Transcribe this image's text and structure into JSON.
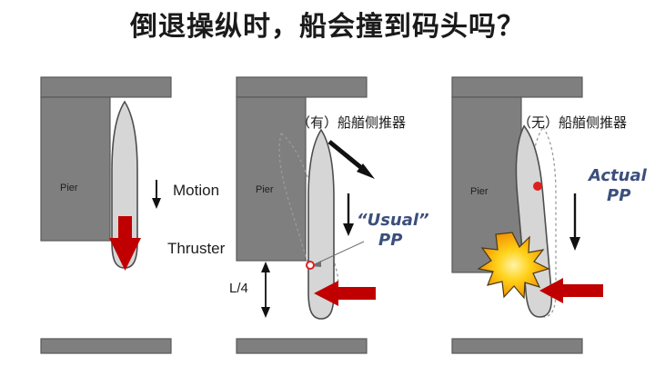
{
  "slide": {
    "title": "倒退操纵时，船会撞到码头吗？",
    "background_color": "#ffffff"
  },
  "colors": {
    "pier_fill": "#7f7f7f",
    "pier_stroke": "#595959",
    "hull_fill": "#d6d6d6",
    "hull_stroke": "#4d4d4d",
    "red_arrow": "#c00000",
    "pivot_red": "#e02020",
    "pp_text": "#3c4f7c",
    "ghost_outline": "#9a9a9a",
    "star_center": "#ffe14d",
    "star_edge": "#f08a00"
  },
  "panels": [
    {
      "id": "panel-1",
      "name": "no-annotation-baseline",
      "pier_label": "Pier",
      "labels": [
        {
          "name": "motion-label",
          "text": "Motion",
          "icon": "down-arrow-icon"
        },
        {
          "name": "thruster-label",
          "text": "Thruster"
        }
      ],
      "arrows": [
        {
          "name": "motion-arrow",
          "direction": "down",
          "color": "#111111",
          "style": "thin"
        },
        {
          "name": "thruster-arrow",
          "direction": "down",
          "color": "#c00000",
          "style": "thick"
        }
      ]
    },
    {
      "id": "panel-2",
      "name": "with-bow-thruster",
      "pier_label": "Pier",
      "heading": "（有）船艏侧推器",
      "labels": [
        {
          "name": "usual-pp-line1",
          "text": "“Usual”"
        },
        {
          "name": "usual-pp-line2",
          "text": "PP"
        },
        {
          "name": "dimension-label",
          "text": "L/4"
        }
      ],
      "arrows": [
        {
          "name": "callout-arrow",
          "direction": "down-right",
          "color": "#111111",
          "style": "thick"
        },
        {
          "name": "motion-arrow",
          "direction": "down",
          "color": "#111111",
          "style": "thin"
        },
        {
          "name": "thruster-arrow",
          "direction": "left",
          "color": "#c00000",
          "style": "thick"
        },
        {
          "name": "dimension-arrow",
          "direction": "vertical-double",
          "color": "#111111",
          "style": "thin"
        }
      ],
      "markers": [
        {
          "name": "pivot-point-ring",
          "type": "ring",
          "color": "#e02020"
        }
      ]
    },
    {
      "id": "panel-3",
      "name": "without-bow-thruster",
      "pier_label": "Pier",
      "heading": "（无）船艏侧推器",
      "labels": [
        {
          "name": "actual-pp-line1",
          "text": "Actual"
        },
        {
          "name": "actual-pp-line2",
          "text": "PP"
        }
      ],
      "arrows": [
        {
          "name": "motion-arrow",
          "direction": "down",
          "color": "#111111",
          "style": "thin"
        },
        {
          "name": "thruster-arrow",
          "direction": "left",
          "color": "#c00000",
          "style": "thick"
        }
      ],
      "markers": [
        {
          "name": "pivot-point-dot",
          "type": "dot",
          "color": "#e02020"
        },
        {
          "name": "collision-burst",
          "type": "starburst"
        }
      ]
    }
  ]
}
